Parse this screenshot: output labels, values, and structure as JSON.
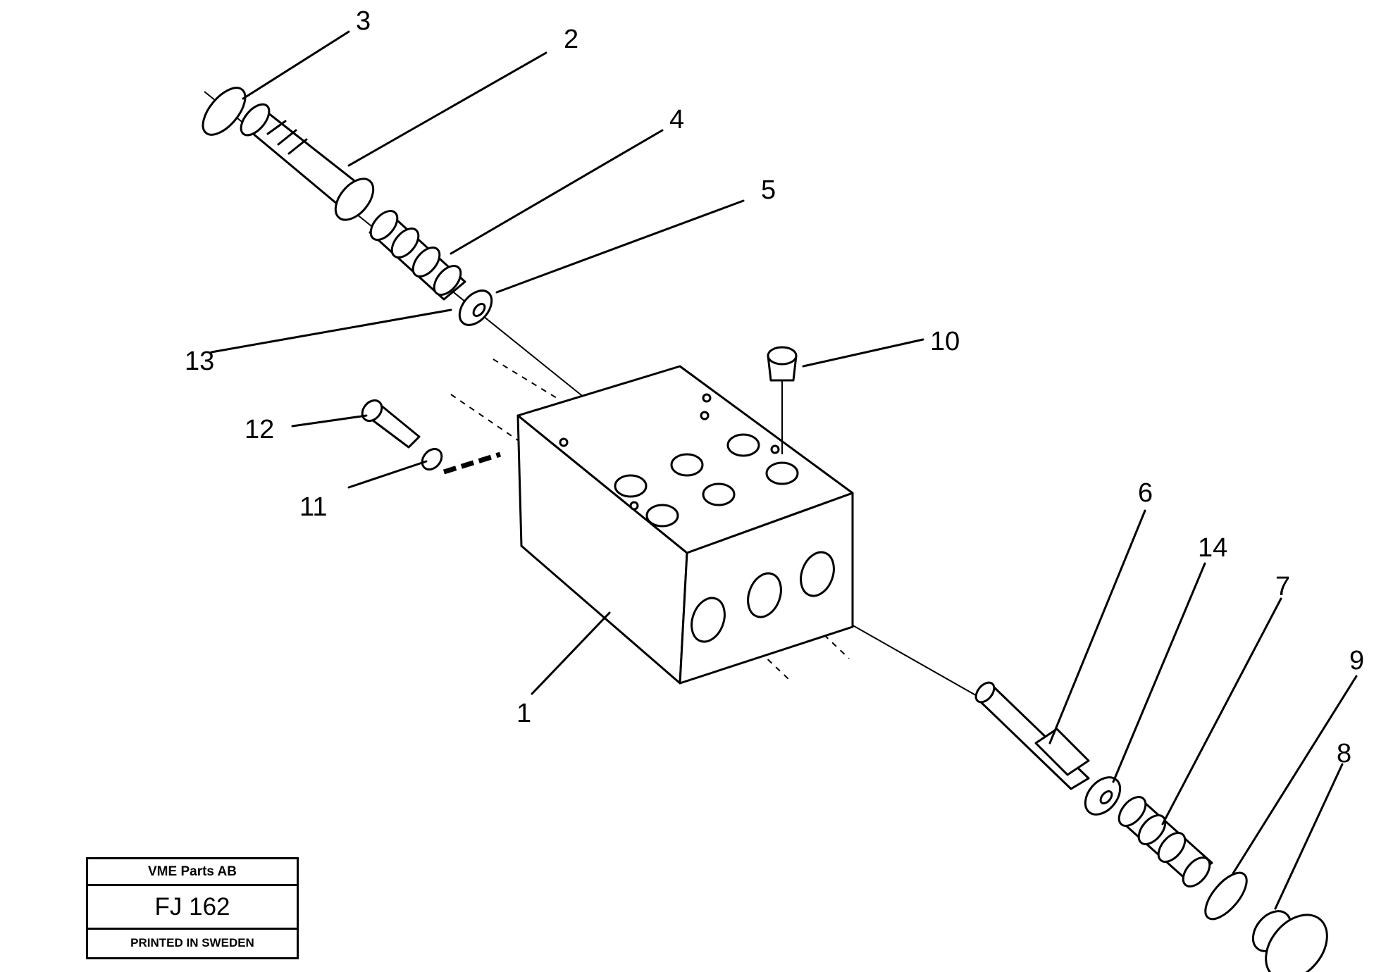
{
  "callouts": {
    "c1": "1",
    "c2": "2",
    "c3": "3",
    "c4": "4",
    "c5": "5",
    "c6": "6",
    "c7": "7",
    "c8": "8",
    "c9": "9",
    "c10": "10",
    "c11": "11",
    "c12": "12",
    "c13": "13",
    "c14": "14"
  },
  "stamp": {
    "company": "VME Parts AB",
    "code": "FJ 162",
    "printed": "PRINTED IN SWEDEN"
  }
}
